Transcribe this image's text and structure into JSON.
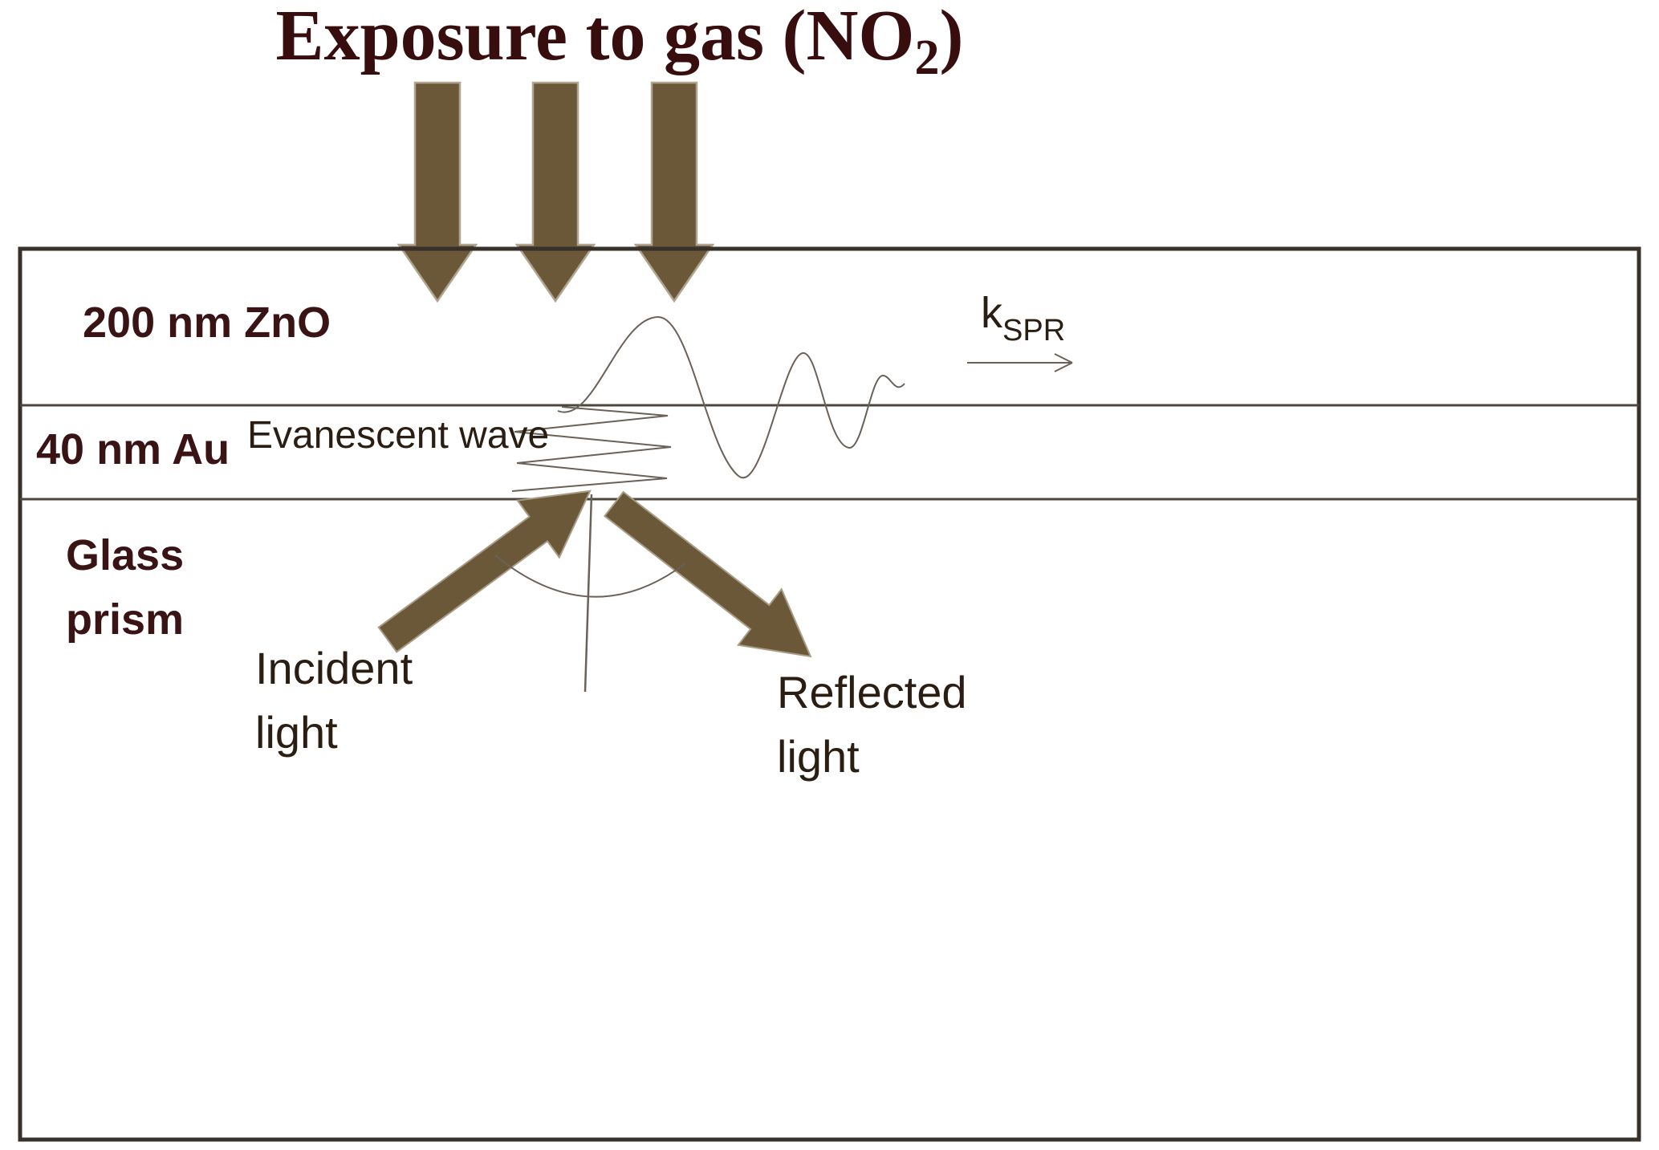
{
  "title": {
    "main": "Exposure to gas (NO",
    "sub": "2",
    "close": ")"
  },
  "layers": {
    "zno_label": "200 nm ZnO",
    "au_label": "40 nm Au",
    "glass_label_line1": "Glass",
    "glass_label_line2": "prism"
  },
  "annotations": {
    "evanescent_wave": "Evanescent wave",
    "kspr_main": "k",
    "kspr_sub": "SPR",
    "incident_line1": "Incident",
    "incident_line2": "light",
    "reflected_line1": "Reflected",
    "reflected_line2": "light"
  },
  "colors": {
    "arrow_brown": "#6b5839",
    "title_maroon": "#380d0e",
    "layer_label_maroon": "#3a1414",
    "text_dark": "#2a1d12",
    "box_border": "#38302a",
    "inner_line": "#4c463e",
    "wave_line": "#6a6158"
  }
}
